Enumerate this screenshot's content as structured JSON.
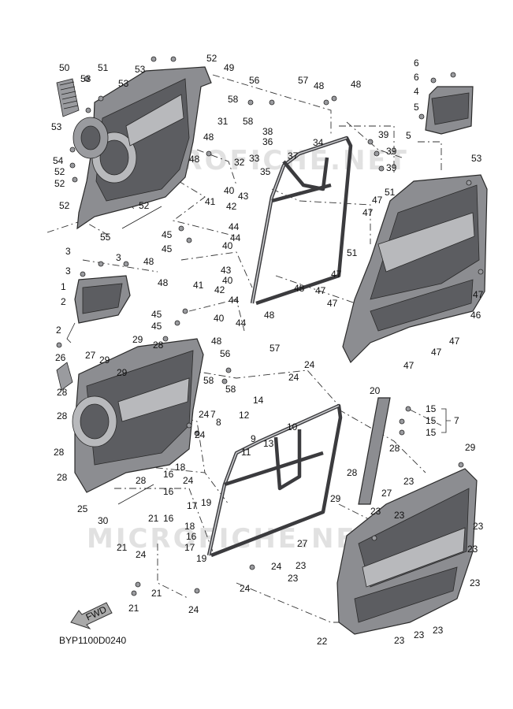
{
  "diagram_code": "BYP1100D0240",
  "fwd_label": "FWD",
  "watermark": "MICROFICHE.NET",
  "callouts": {
    "c1": "1",
    "c2": "2",
    "c3": "3",
    "c4": "4",
    "c5": "5",
    "c6": "6",
    "c7": "7",
    "c8": "8",
    "c9": "9",
    "c10": "10",
    "c11": "11",
    "c12": "12",
    "c13": "13",
    "c14": "14",
    "c15": "15",
    "c16": "16",
    "c17": "17",
    "c18": "18",
    "c19": "19",
    "c20": "20",
    "c21": "21",
    "c22": "22",
    "c23": "23",
    "c24": "24",
    "c25": "25",
    "c26": "26",
    "c27": "27",
    "c28": "28",
    "c29": "29",
    "c30": "30",
    "c31": "31",
    "c32": "32",
    "c33": "33",
    "c34": "34",
    "c35": "35",
    "c36": "36",
    "c37": "37",
    "c38": "38",
    "c39": "39",
    "c40": "40",
    "c41": "41",
    "c42": "42",
    "c43": "43",
    "c44": "44",
    "c45": "45",
    "c46": "46",
    "c47": "47",
    "c48": "48",
    "c49": "49",
    "c50": "50",
    "c51": "51",
    "c52": "52",
    "c53": "53",
    "c54": "54",
    "c55": "55",
    "c56": "56",
    "c57": "57",
    "c58": "58"
  }
}
